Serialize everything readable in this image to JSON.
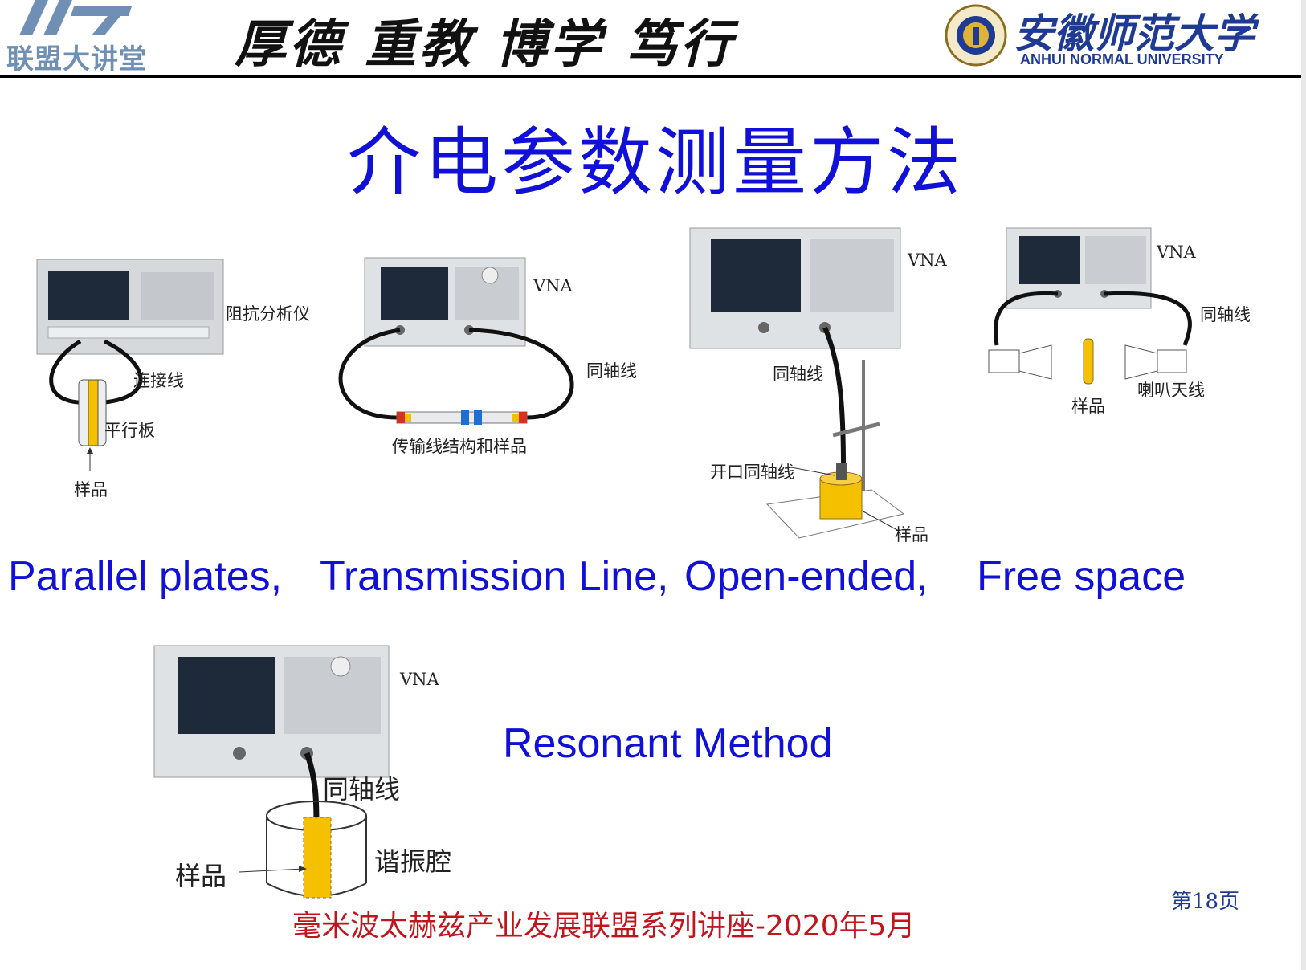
{
  "header": {
    "alliance_label": "联盟大讲堂",
    "motto": "厚德  重教  博学  笃行",
    "university_cn": "安徽师范大学",
    "university_en": "ANHUI NORMAL UNIVERSITY"
  },
  "slide": {
    "title": "介电参数测量方法",
    "methods": [
      "Parallel plates,",
      "Transmission Line,",
      "Open-ended,",
      "Free space"
    ],
    "resonant_method": "Resonant Method"
  },
  "diagrams": {
    "parallel": {
      "analyzer": "阻抗分析仪",
      "cable": "连接线",
      "plate": "平行板",
      "sample": "样品"
    },
    "transmission": {
      "vna": "VNA",
      "coax": "同轴线",
      "structure": "传输线结构和样品"
    },
    "openended": {
      "vna": "VNA",
      "coax": "同轴线",
      "probe": "开口同轴线",
      "sample": "样品"
    },
    "freespace": {
      "vna": "VNA",
      "coax": "同轴线",
      "horn": "喇叭天线",
      "sample": "样品"
    },
    "resonant": {
      "vna": "VNA",
      "coax": "同轴线",
      "cavity": "谐振腔",
      "sample": "样品"
    }
  },
  "footer": {
    "text": "毫米波太赫兹产业发展联盟系列讲座-2020年5月",
    "page": "第18页"
  },
  "colors": {
    "title_blue": "#1010d8",
    "footer_red": "#c0151d",
    "sample_yellow": "#f5c000"
  }
}
